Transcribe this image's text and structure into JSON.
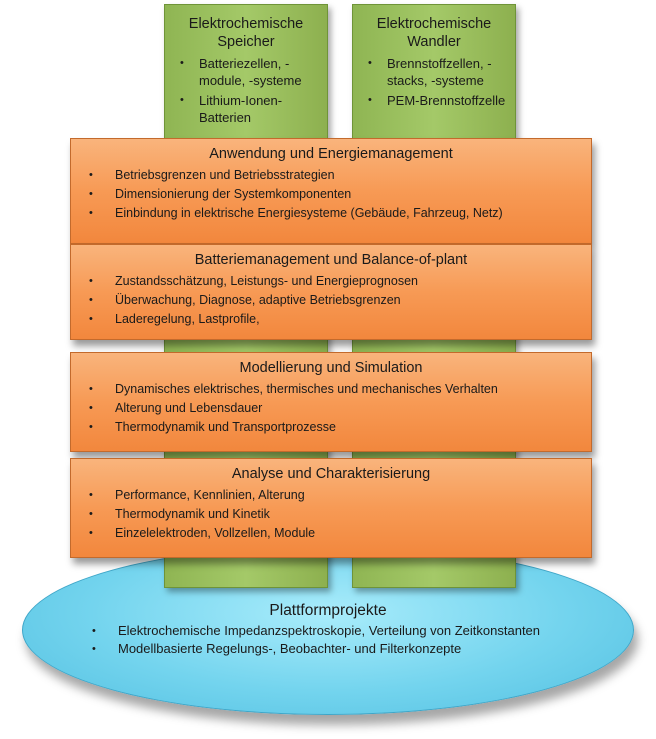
{
  "pillars": [
    {
      "title_line1": "Elektrochemische",
      "title_line2": "Speicher",
      "items": [
        "Batteriezellen, -module, -systeme",
        "Lithium-Ionen-Batterien"
      ]
    },
    {
      "title_line1": "Elektrochemische",
      "title_line2": "Wandler",
      "items": [
        "Brennstoffzellen, -stacks, -systeme",
        "PEM-Brennstoffzelle"
      ]
    }
  ],
  "bars": [
    {
      "title": "Anwendung und Energiemanagement",
      "items": [
        "Betriebsgrenzen und Betriebsstrategien",
        "Dimensionierung der Systemkomponenten",
        "Einbindung in elektrische Energiesysteme (Gebäude, Fahrzeug, Netz)"
      ]
    },
    {
      "title": "Batteriemanagement und Balance-of-plant",
      "items": [
        "Zustandsschätzung, Leistungs- und Energieprognosen",
        "Überwachung, Diagnose, adaptive Betriebsgrenzen",
        "Laderegelung, Lastprofile,"
      ]
    },
    {
      "title": "Modellierung und Simulation",
      "items": [
        "Dynamisches elektrisches, thermisches und mechanisches Verhalten",
        "Alterung und Lebensdauer",
        "Thermodynamik und Transportprozesse"
      ]
    },
    {
      "title": "Analyse und Charakterisierung",
      "items": [
        "Performance, Kennlinien, Alterung",
        "Thermodynamik und Kinetik",
        "Einzelelektroden, Vollzellen, Module"
      ]
    }
  ],
  "platform": {
    "title": "Plattformprojekte",
    "items": [
      "Elektrochemische Impedanzspektroskopie, Verteilung von Zeitkonstanten",
      "Modellbasierte Regelungs-, Beobachter- und Filterkonzepte"
    ]
  },
  "bullet": "•",
  "colors": {
    "pillar": "#a4c968",
    "bar": "#f79a55",
    "platform": "#73d4ee"
  }
}
